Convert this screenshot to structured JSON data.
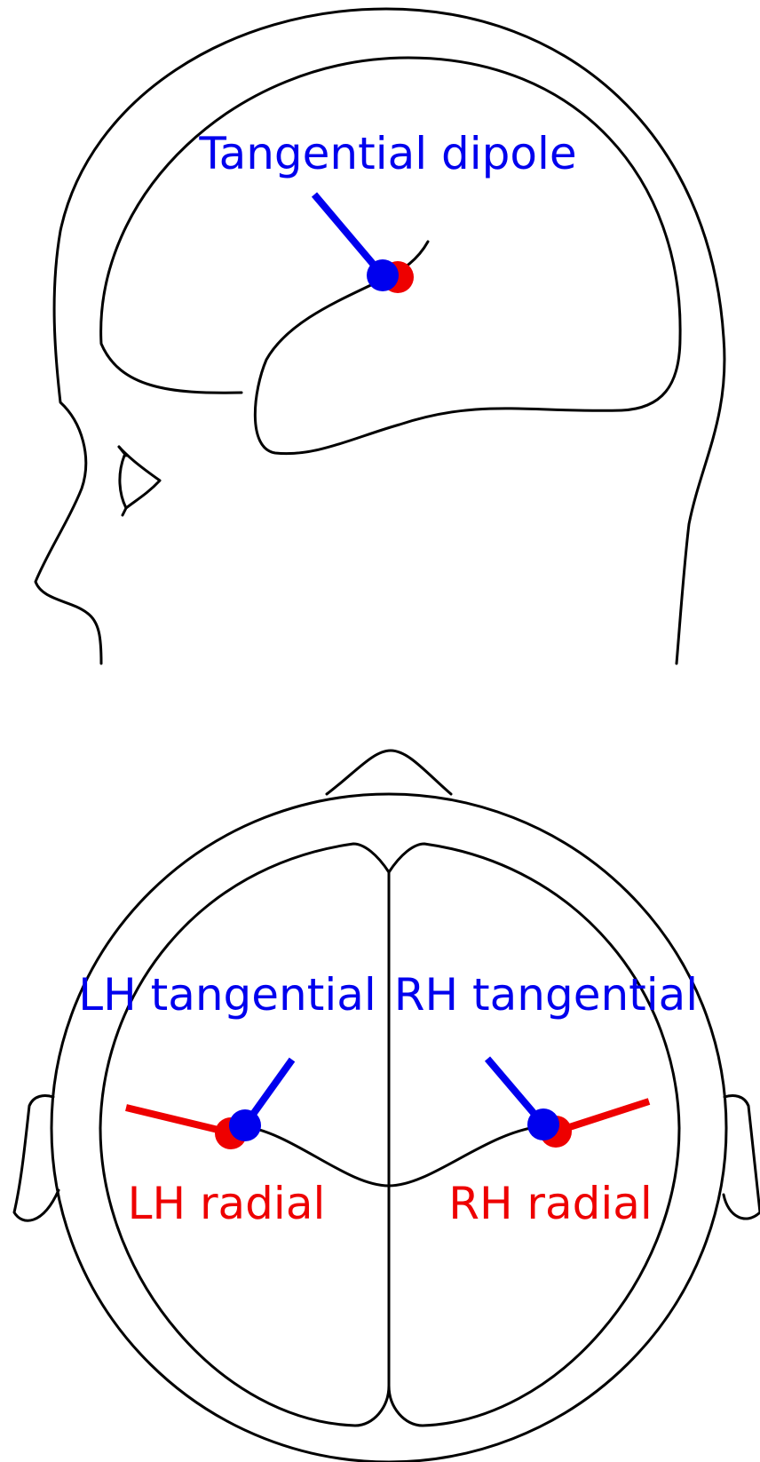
{
  "colors": {
    "tangential": "#0000ee",
    "radial": "#ee0000",
    "outline": "#000000",
    "background": "#ffffff"
  },
  "side_view": {
    "label": "Tangential dipole"
  },
  "top_view": {
    "lh_tangential_label": "LH tangential",
    "rh_tangential_label": "RH tangential",
    "lh_radial_label": "LH radial",
    "rh_radial_label": "RH radial"
  }
}
